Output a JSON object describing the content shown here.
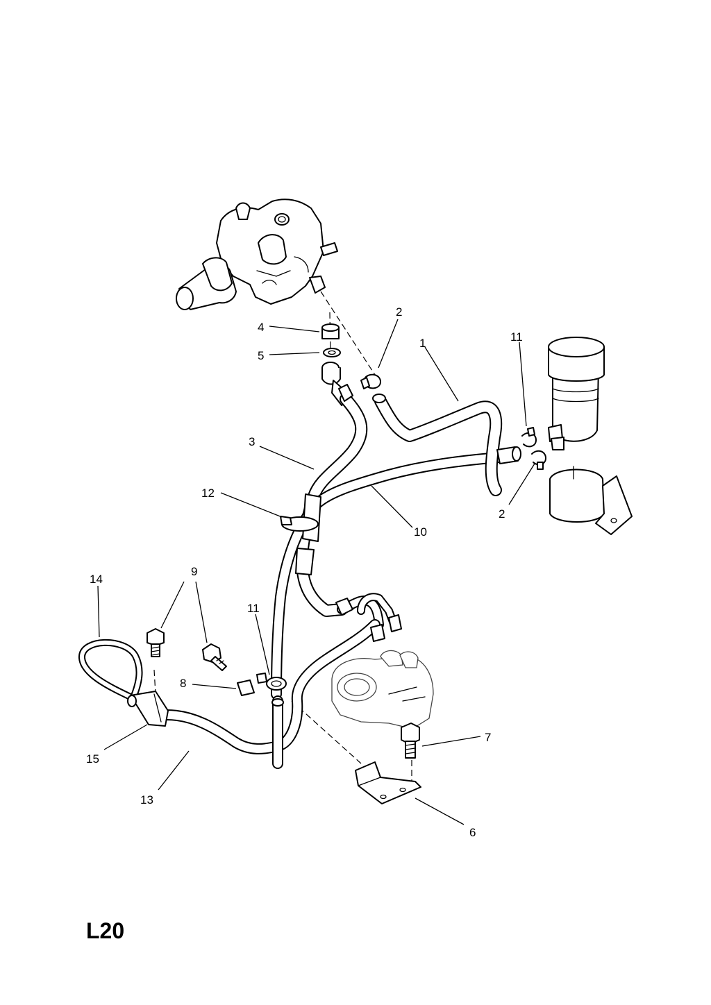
{
  "diagram_code": "L20",
  "callouts": [
    {
      "id": "c1",
      "text": "1"
    },
    {
      "id": "c2a",
      "text": "2"
    },
    {
      "id": "c2b",
      "text": "2"
    },
    {
      "id": "c3",
      "text": "3"
    },
    {
      "id": "c4",
      "text": "4"
    },
    {
      "id": "c5",
      "text": "5"
    },
    {
      "id": "c6",
      "text": "6"
    },
    {
      "id": "c7",
      "text": "7"
    },
    {
      "id": "c8",
      "text": "8"
    },
    {
      "id": "c9",
      "text": "9"
    },
    {
      "id": "c10",
      "text": "10"
    },
    {
      "id": "c11a",
      "text": "11"
    },
    {
      "id": "c11b",
      "text": "11"
    },
    {
      "id": "c12",
      "text": "12"
    },
    {
      "id": "c13",
      "text": "13"
    },
    {
      "id": "c14",
      "text": "14"
    },
    {
      "id": "c15",
      "text": "15"
    }
  ]
}
